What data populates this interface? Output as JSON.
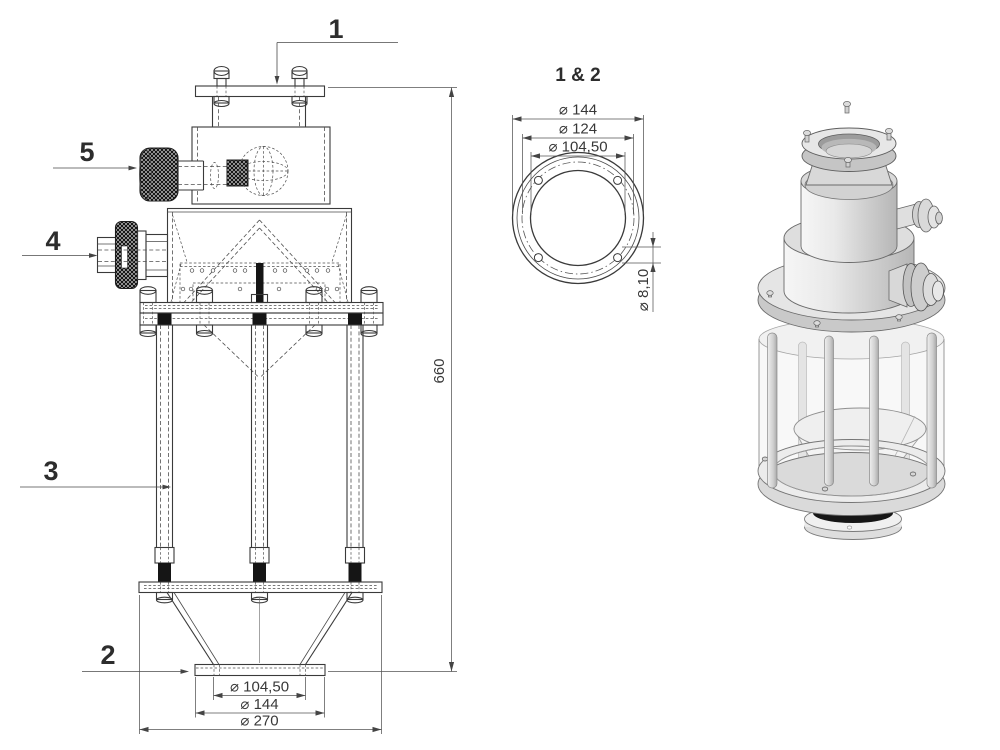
{
  "drawing": {
    "background": "#ffffff",
    "line_color": "#3a3a3a",
    "callouts": {
      "n1": "1",
      "n2": "2",
      "n3": "3",
      "n4": "4",
      "n5": "5"
    },
    "front_view": {
      "overall_height": "660",
      "dim_spout_bore": "⌀ 104,50",
      "dim_spout_flange": "⌀ 144",
      "dim_base_flange": "⌀ 270"
    },
    "detail_view": {
      "title": "1 & 2",
      "dim_outer": "⌀ 144",
      "dim_bolt_circle": "⌀ 124",
      "dim_bore": "⌀ 104,50",
      "dim_hole": "⌀ 8,10"
    }
  }
}
